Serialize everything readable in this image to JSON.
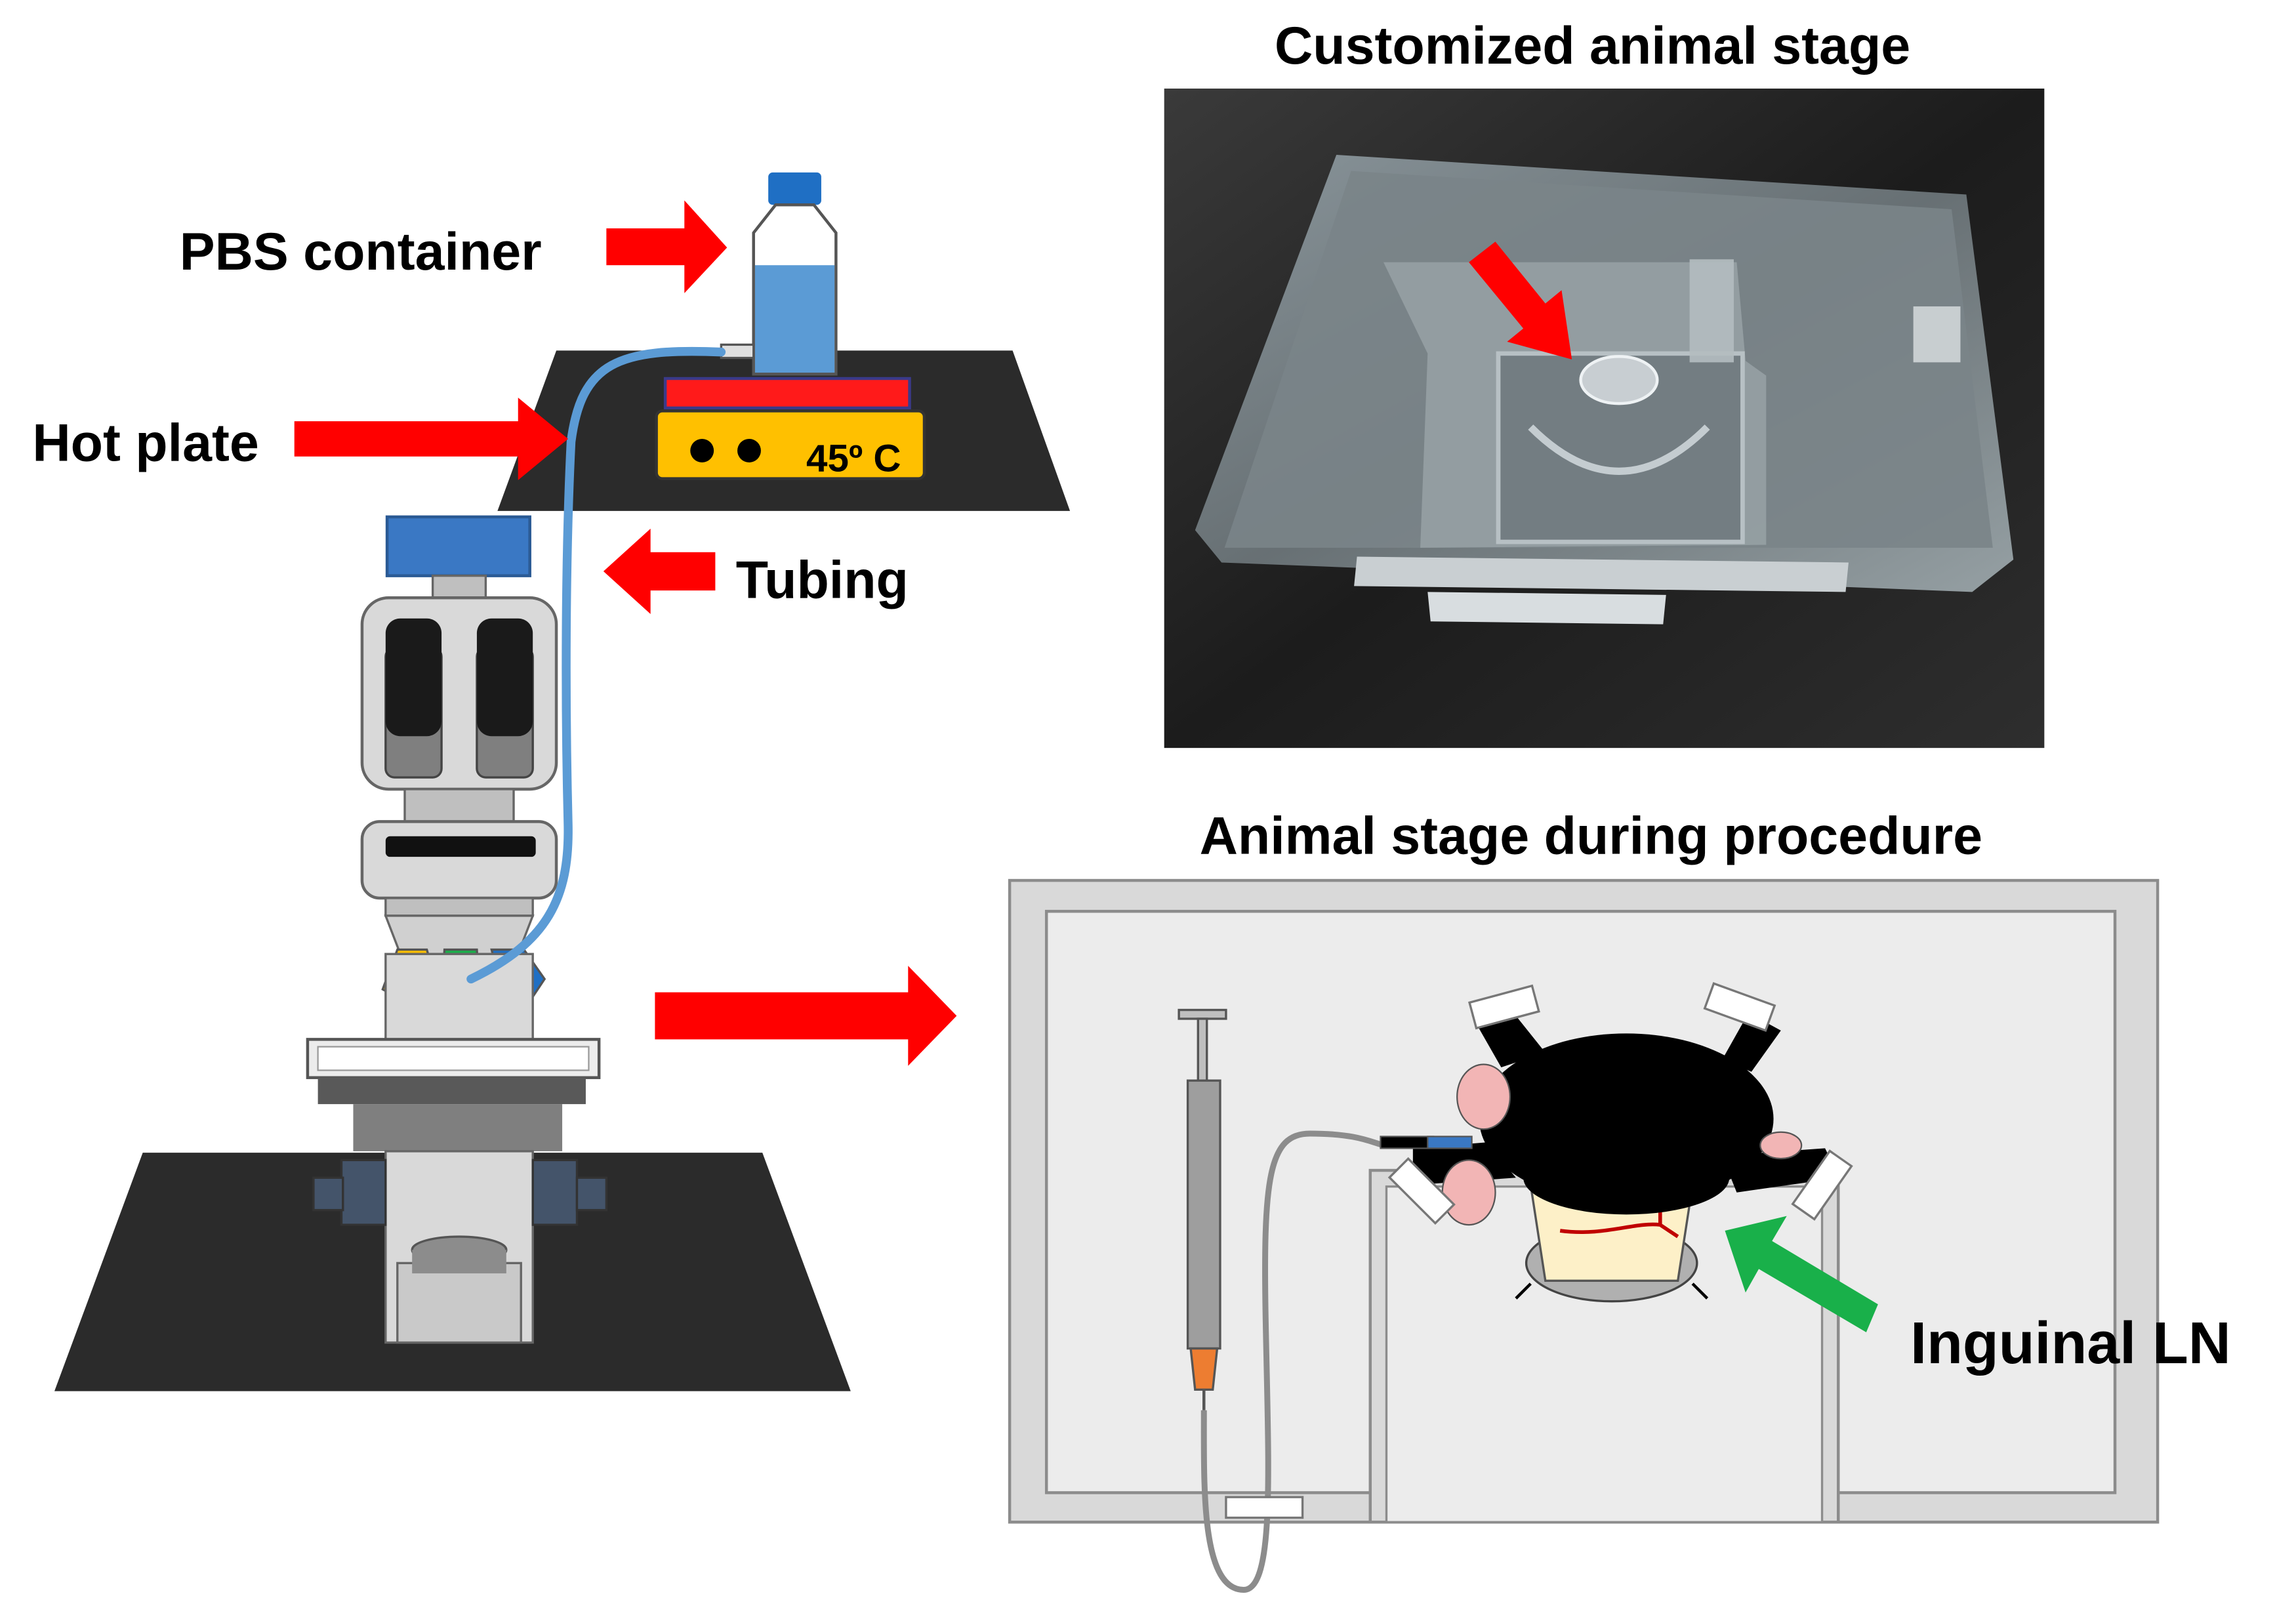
{
  "labels": {
    "pbs_container": "PBS container",
    "hot_plate": "Hot plate",
    "tubing": "Tubing",
    "temperature": "45º C",
    "customized_stage_title": "Customized animal stage",
    "procedure_stage_title": "Animal stage during procedure",
    "inguinal_ln": "Inguinal LN"
  },
  "colors": {
    "arrow_red": "#ff0000",
    "arrow_green": "#19b04a",
    "tubing_blue": "#5b9bd5",
    "bottle_cap": "#1f6fc4",
    "hot_plate_body": "#ffc000",
    "hot_plate_top": "#ff1a1a",
    "table_dark": "#2b2b2b",
    "stage_gray": "#d9d9d9",
    "mouse_black": "#000000",
    "skin": "#fdf0c8"
  }
}
